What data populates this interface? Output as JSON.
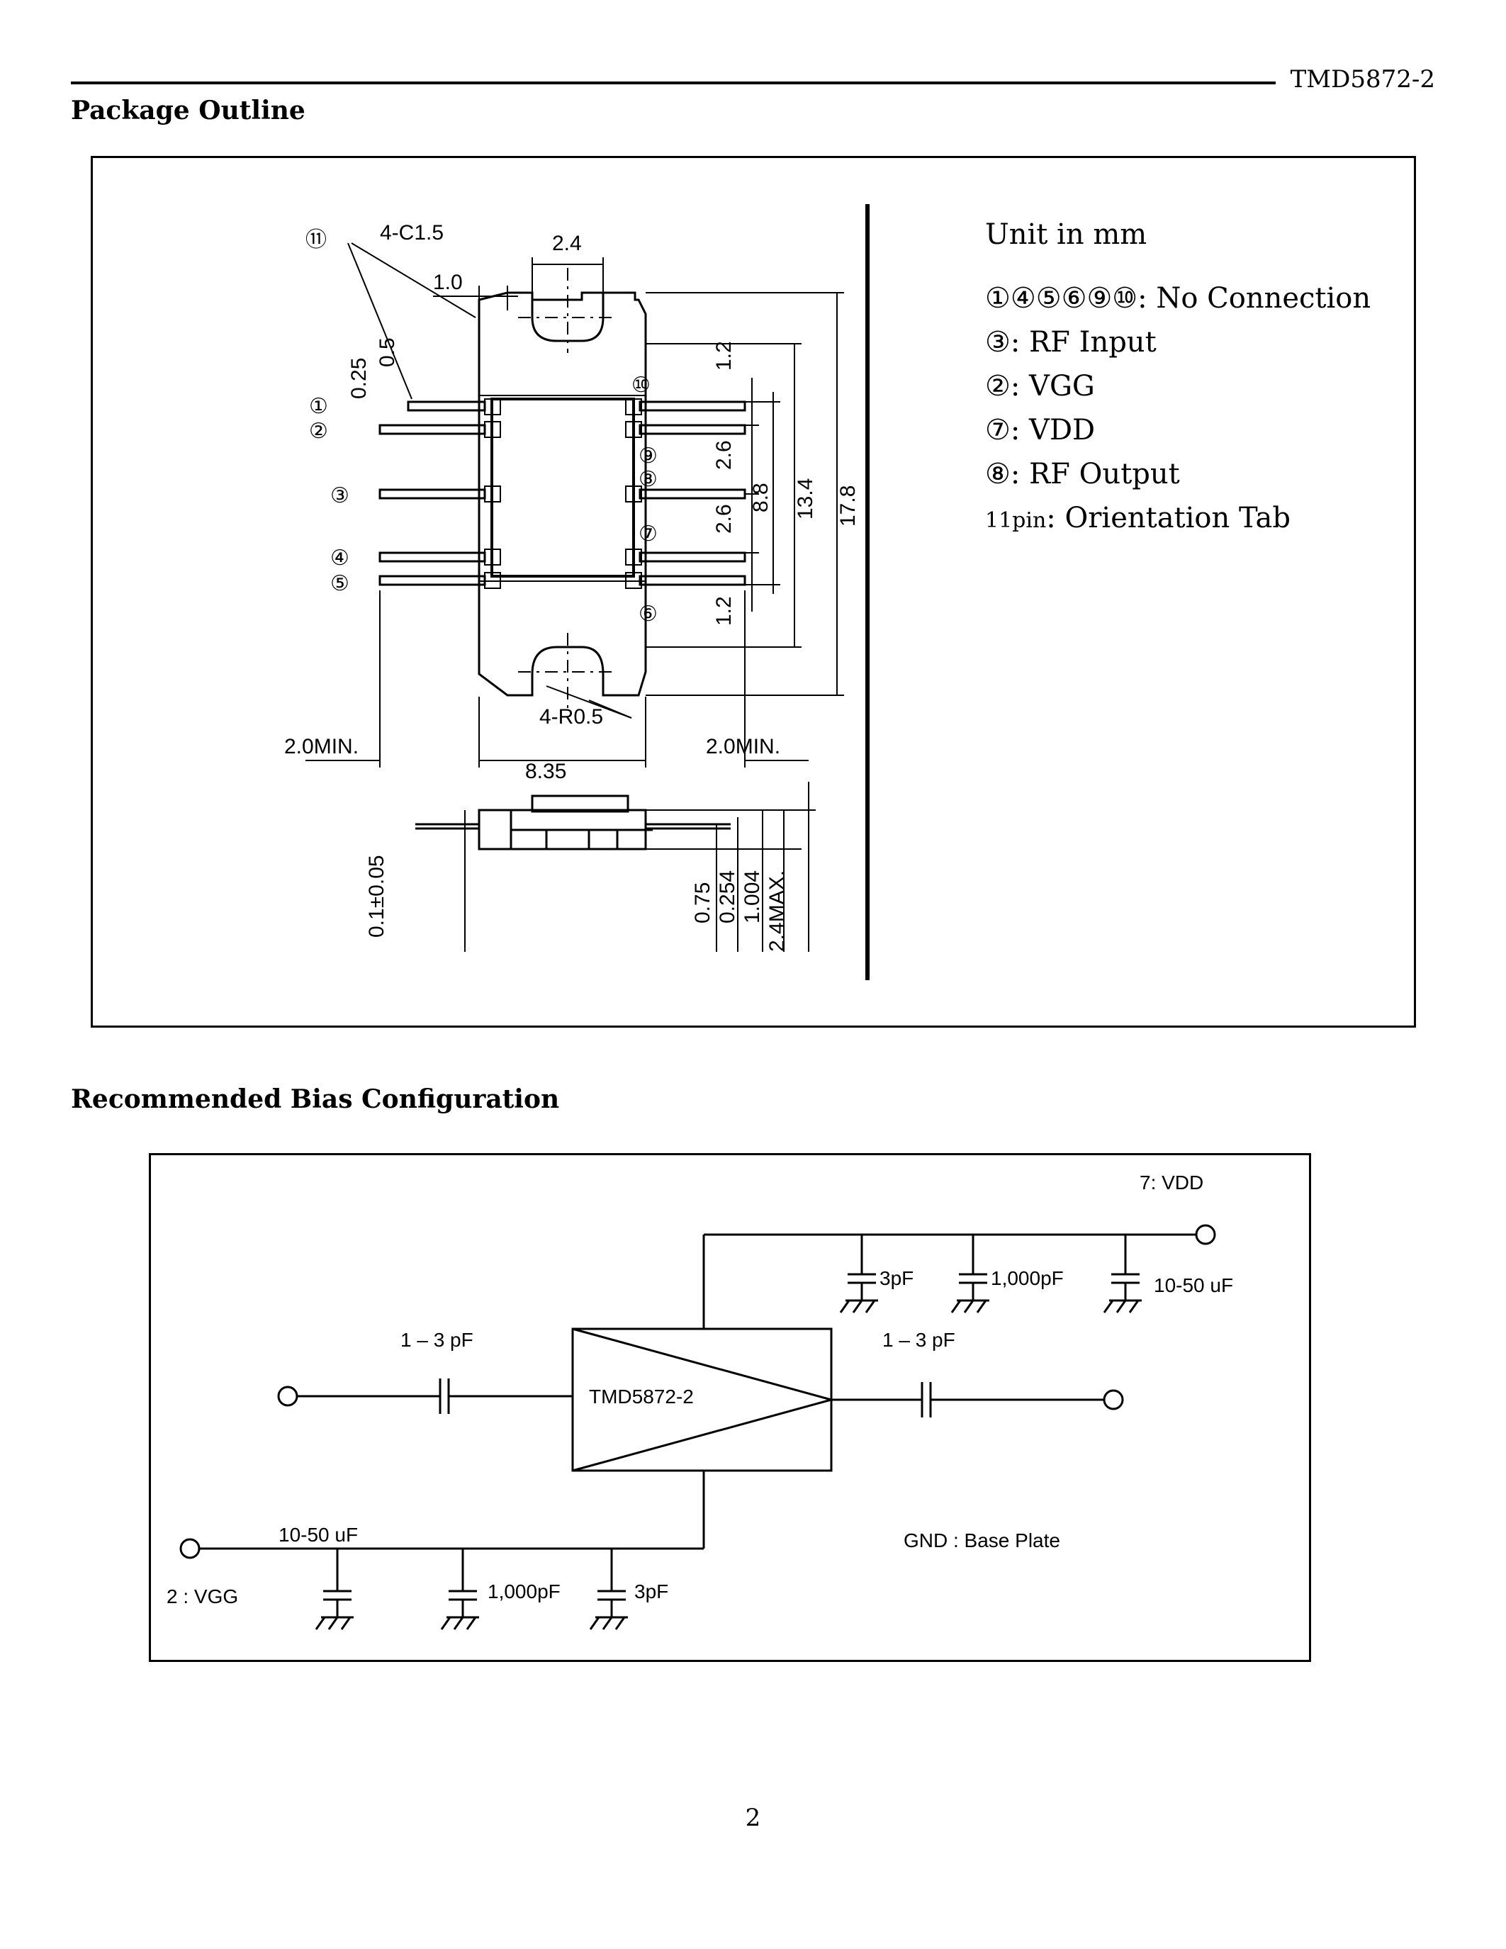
{
  "header": {
    "document_id": "TMD5872-2"
  },
  "package_outline": {
    "title": "Package Outline",
    "dimensions": {
      "chamfer": "4-C1.5",
      "tab_width": "2.4",
      "tab_offset": "1.0",
      "orientation_tab_height": "0.25",
      "orientation_tab_width": "0.5",
      "pin_spacing_top": "1.2",
      "pin_pitch_a": "2.6",
      "pin_pitch_b": "2.6",
      "pin_spacing_bottom": "1.2",
      "pin_span": "8.8",
      "body_height": "13.4",
      "total_height": "17.8",
      "radius": "4-R0.5",
      "lead_left": "2.0MIN.",
      "body_width": "8.35",
      "lead_right": "2.0MIN.",
      "lead_thickness": "0.1±0.05",
      "h1": "0.75",
      "h2": "0.254",
      "h3": "1.004",
      "hmax": "2.4MAX."
    },
    "pin_labels": {
      "p1": "①",
      "p2": "②",
      "p3": "③",
      "p4": "④",
      "p5": "⑤",
      "p6": "⑥",
      "p7": "⑦",
      "p8": "⑧",
      "p9": "⑨",
      "p10": "⑩",
      "p11": "⑪"
    },
    "legend": {
      "unit": "Unit in mm",
      "rows": [
        "①④⑤⑥⑨⑩: No Connection",
        "③: RF Input",
        "②: VGG",
        "⑦: VDD",
        "⑧: RF Output"
      ],
      "last_prefix": "11pin",
      "last_text": ": Orientation Tab"
    }
  },
  "bias": {
    "title": "Recommended Bias Configuration",
    "vdd_label": "7: VDD",
    "vdd_caps": [
      "3pF",
      "1,000pF",
      "10-50 uF"
    ],
    "input_cap": "1 – 3 pF",
    "output_cap": "1 – 3 pF",
    "device": "TMD5872-2",
    "vgg_cap_top": "10-50 uF",
    "vgg_label": "2 : VGG",
    "vgg_caps": [
      "1,000pF",
      "3pF"
    ],
    "gnd_note": "GND :  Base Plate"
  },
  "page_number": "2"
}
